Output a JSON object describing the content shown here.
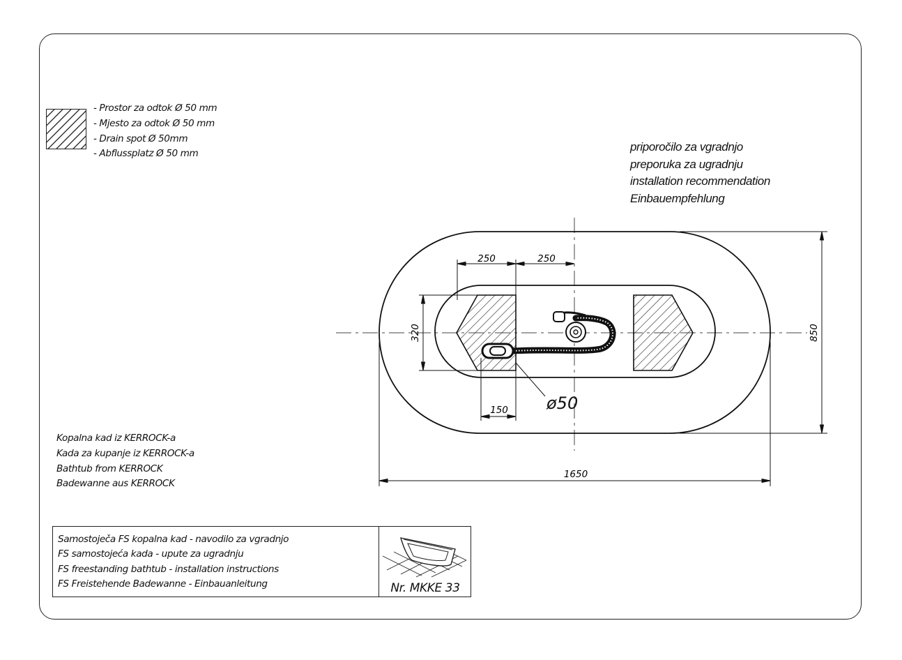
{
  "legend": {
    "icon": "hatched-square",
    "lines": [
      "- Prostor za odtok Ø 50 mm",
      "- Mjesto za odtok Ø 50 mm",
      "- Drain spot Ø 50mm",
      "- Abflussplatz Ø 50 mm"
    ]
  },
  "recommendation": {
    "lines": [
      "priporočilo za vgradnjo",
      "preporuka za ugradnju",
      "installation recommendation",
      "Einbauempfehlung"
    ]
  },
  "product": {
    "lines": [
      "Kopalna kad iz KERROCK-a",
      "Kada za kupanje iz KERROCK-a",
      "Bathtub from KERROCK",
      "Badewanne aus KERROCK"
    ]
  },
  "dimensions": {
    "length": "1650",
    "width": "850",
    "inner_height": "320",
    "offset_left": "250",
    "offset_right": "250",
    "drain_offset": "150",
    "drain_diameter": "ø50"
  },
  "title_block": {
    "lines": [
      "Samostoječa FS kopalna kad - navodilo za vgradnjo",
      "FS samostojeća kada - upute za ugradnju",
      "FS freestanding bathtub - installation instructions",
      "FS Freistehende Badewanne - Einbauanleitung"
    ],
    "icon": "bathtub-icon",
    "doc_number": "Nr. MKKE 33"
  }
}
